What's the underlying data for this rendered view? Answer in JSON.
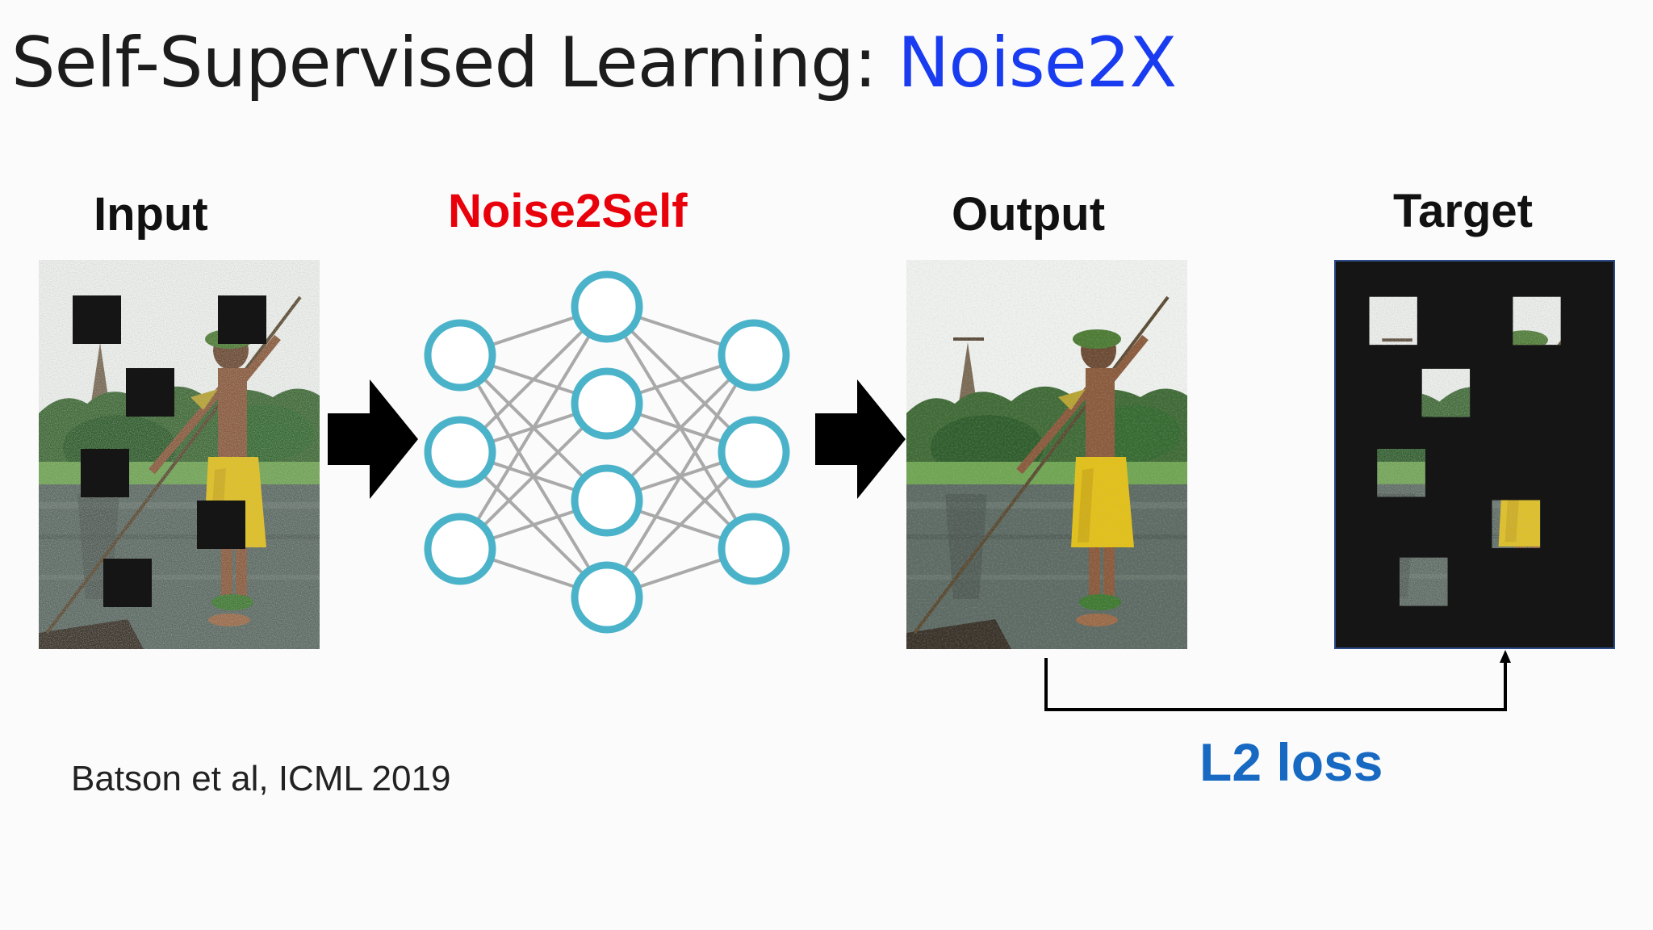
{
  "slide": {
    "title_prefix": "Self-Supervised Learning: ",
    "title_accent": "Noise2X",
    "colors": {
      "accent_blue": "#1a3cf0",
      "method_red": "#e8000b",
      "loss_blue": "#1769c2",
      "node_teal": "#4bb3c9",
      "edge_gray": "#a9a9a9",
      "mask_black": "#151515"
    }
  },
  "diagram": {
    "input_label": "Input",
    "method_label": "Noise2Self",
    "output_label": "Output",
    "target_label": "Target",
    "loss_label": "L2 loss",
    "network_layers": [
      3,
      4,
      3
    ]
  },
  "citation": "Batson et al, ICML 2019"
}
